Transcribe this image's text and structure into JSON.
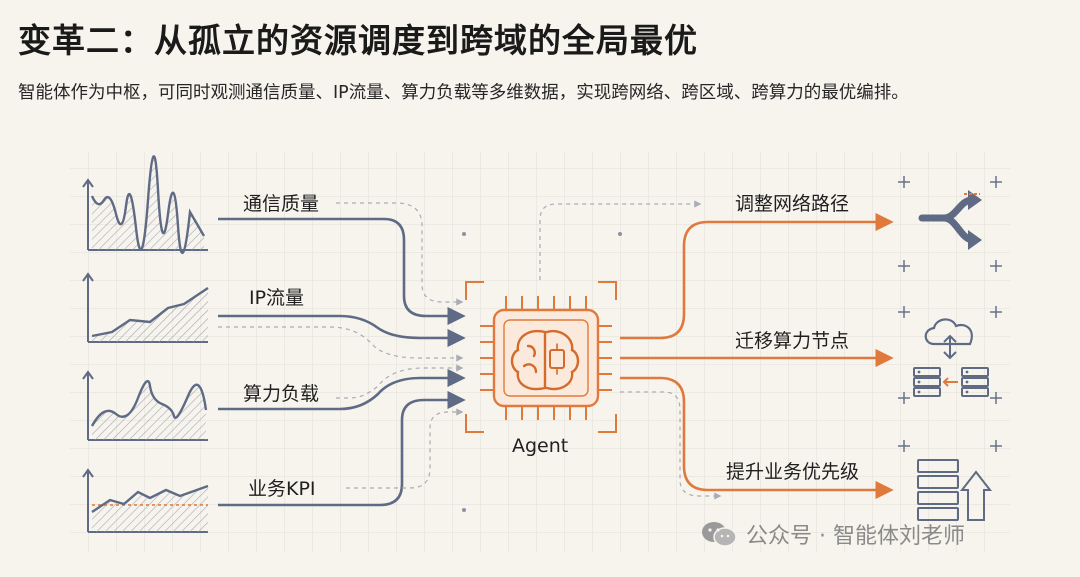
{
  "title": "变革二：从孤立的资源调度到跨域的全局最优",
  "subtitle": "智能体作为中枢，可同时观测通信质量、IP流量、算力负载等多维数据，实现跨网络、跨区域、跨算力的最优编排。",
  "inputs": [
    "通信质量",
    "IP流量",
    "算力负载",
    "业务KPI"
  ],
  "agent_label": "Agent",
  "outputs": [
    "调整网络路径",
    "迁移算力节点",
    "提升业务优先级"
  ],
  "watermark": "公众号 · 智能体刘老师",
  "colors": {
    "background": "#f7f4ee",
    "input_line": "#5f6b84",
    "output_line": "#e07a3c",
    "agent_outline": "#e07a3c"
  },
  "icons": [
    "brain-chip-icon",
    "route-split-icon",
    "cloud-server-migrate-icon",
    "priority-stack-icon",
    "wechat-logo-icon"
  ]
}
